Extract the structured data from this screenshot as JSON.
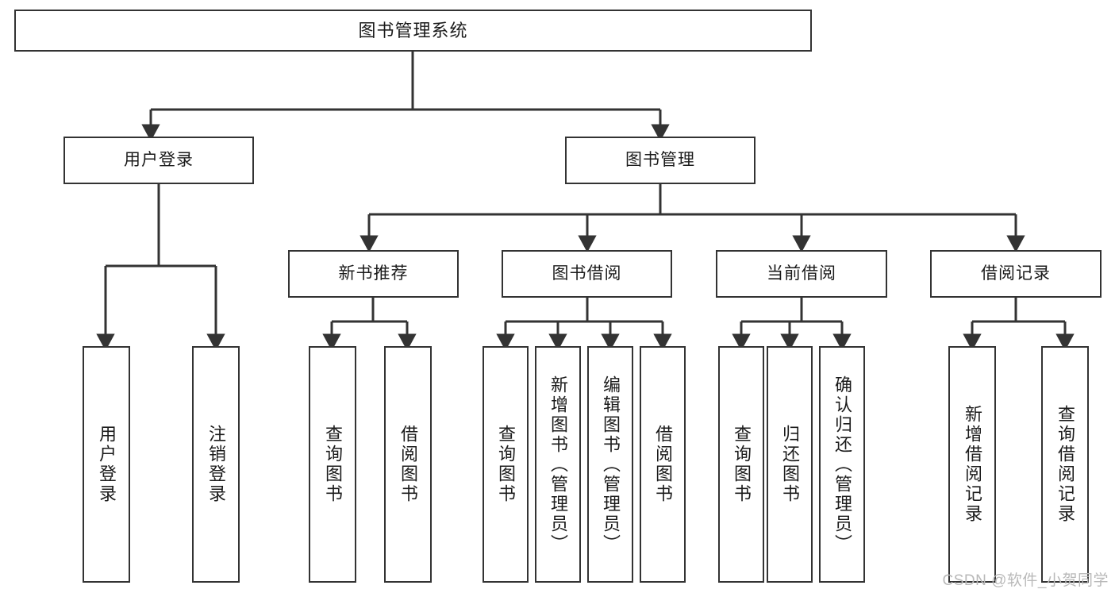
{
  "diagram": {
    "title": "图书管理系统",
    "type": "tree",
    "watermark": "CSDN @软件_小贺同学",
    "nodes": {
      "root": {
        "label": "图书管理系统"
      },
      "level2": [
        {
          "id": "user-login",
          "label": "用户登录"
        },
        {
          "id": "book-manage",
          "label": "图书管理"
        }
      ],
      "level3": [
        {
          "id": "new-book-recommend",
          "label": "新书推荐"
        },
        {
          "id": "book-borrow",
          "label": "图书借阅"
        },
        {
          "id": "current-borrow",
          "label": "当前借阅"
        },
        {
          "id": "borrow-record",
          "label": "借阅记录"
        }
      ],
      "leaves": {
        "user_login": [
          {
            "id": "leaf-user-login",
            "label": "用户登录"
          },
          {
            "id": "leaf-logout-login",
            "label": "注销登录"
          }
        ],
        "new_book_recommend": [
          {
            "id": "leaf-query-book-1",
            "label": "查询图书"
          },
          {
            "id": "leaf-borrow-book-1",
            "label": "借阅图书"
          }
        ],
        "book_borrow": [
          {
            "id": "leaf-query-book-2",
            "label": "查询图书"
          },
          {
            "id": "leaf-add-book",
            "label": "新增图书（管理员）"
          },
          {
            "id": "leaf-edit-book",
            "label": "编辑图书（管理员）"
          },
          {
            "id": "leaf-borrow-book-2",
            "label": "借阅图书"
          }
        ],
        "current_borrow": [
          {
            "id": "leaf-query-book-3",
            "label": "查询图书"
          },
          {
            "id": "leaf-return-book",
            "label": "归还图书"
          },
          {
            "id": "leaf-confirm-return",
            "label": "确认归还（管理员）"
          }
        ],
        "borrow_record": [
          {
            "id": "leaf-add-record",
            "label": "新增借阅记录"
          },
          {
            "id": "leaf-query-record",
            "label": "查询借阅记录"
          }
        ]
      }
    },
    "colors": {
      "stroke": "#333333",
      "background": "#ffffff",
      "text": "#1b1b1b",
      "watermark": "#b9b9b9"
    }
  }
}
